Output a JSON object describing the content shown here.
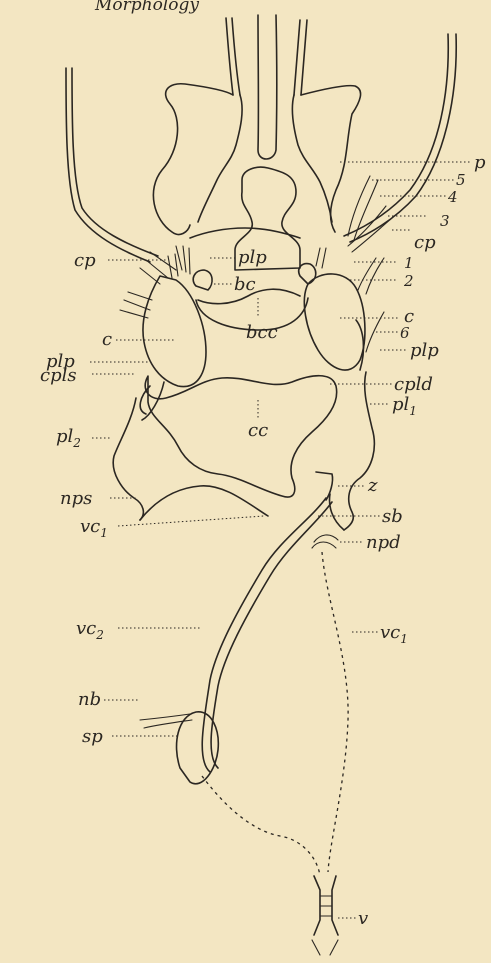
{
  "header": {
    "caption": "Morphology"
  },
  "labels": {
    "p": "p",
    "n5": "5",
    "n4": "4",
    "n3": "3",
    "cp_r": "cp",
    "n1": "1",
    "n2": "2",
    "c_r": "c",
    "n6": "6",
    "plp_r": "plp",
    "cpld": "cpld",
    "pl1": "pl",
    "pl1_sub": "1",
    "z": "z",
    "sb": "sb",
    "npd": "npd",
    "vc1_r": "vc",
    "vc1_r_sub": "1",
    "cp_l": "cp",
    "plp_c": "plp",
    "bc": "bc",
    "bcc": "bcc",
    "c_l": "c",
    "plp_l": "plp",
    "cpls": "cpls",
    "pl2": "pl",
    "pl2_sub": "2",
    "cc": "cc",
    "nps": "nps",
    "vc1_l": "vc",
    "vc1_l_sub": "1",
    "vc2": "vc",
    "vc2_sub": "2",
    "nb": "nb",
    "sp": "sp",
    "v": "v"
  }
}
